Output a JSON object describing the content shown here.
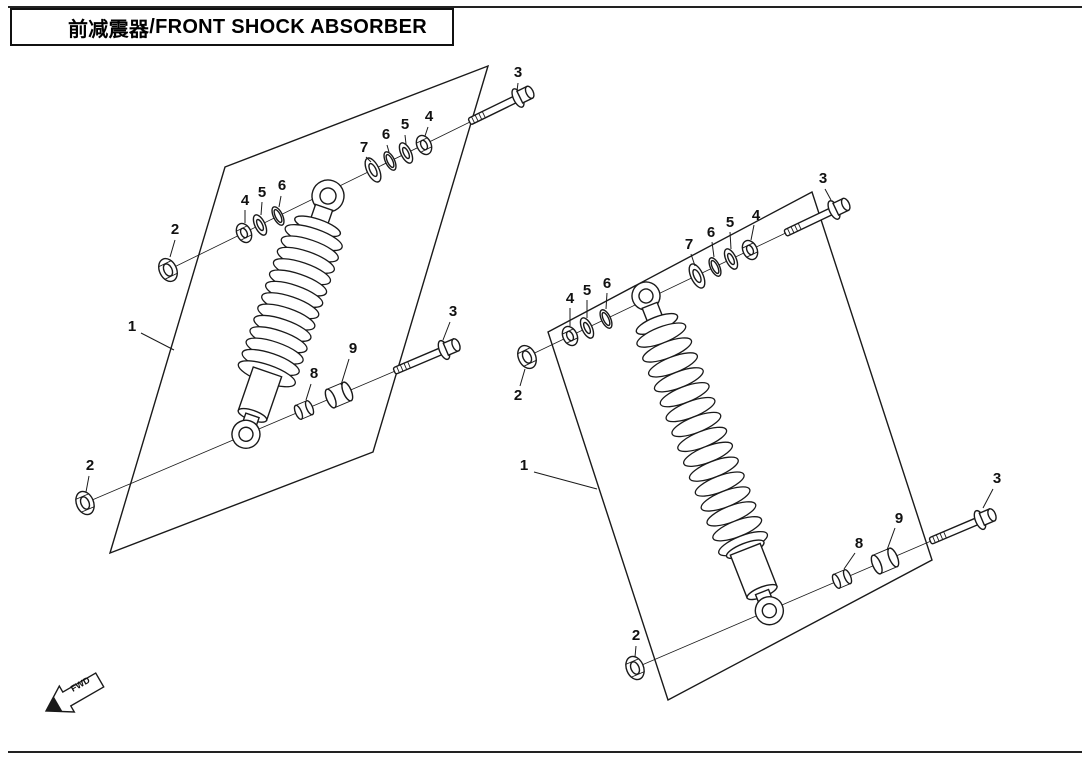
{
  "page": {
    "title_zh": "前减震器",
    "title_sep": "/",
    "title_en": "FRONT SHOCK ABSORBER"
  },
  "fwd": {
    "label": "FWD"
  },
  "part_labels": [
    "1",
    "2",
    "3",
    "4",
    "5",
    "6",
    "7",
    "8",
    "9"
  ],
  "colors": {
    "line": "#1a1a1a",
    "background": "#ffffff"
  }
}
